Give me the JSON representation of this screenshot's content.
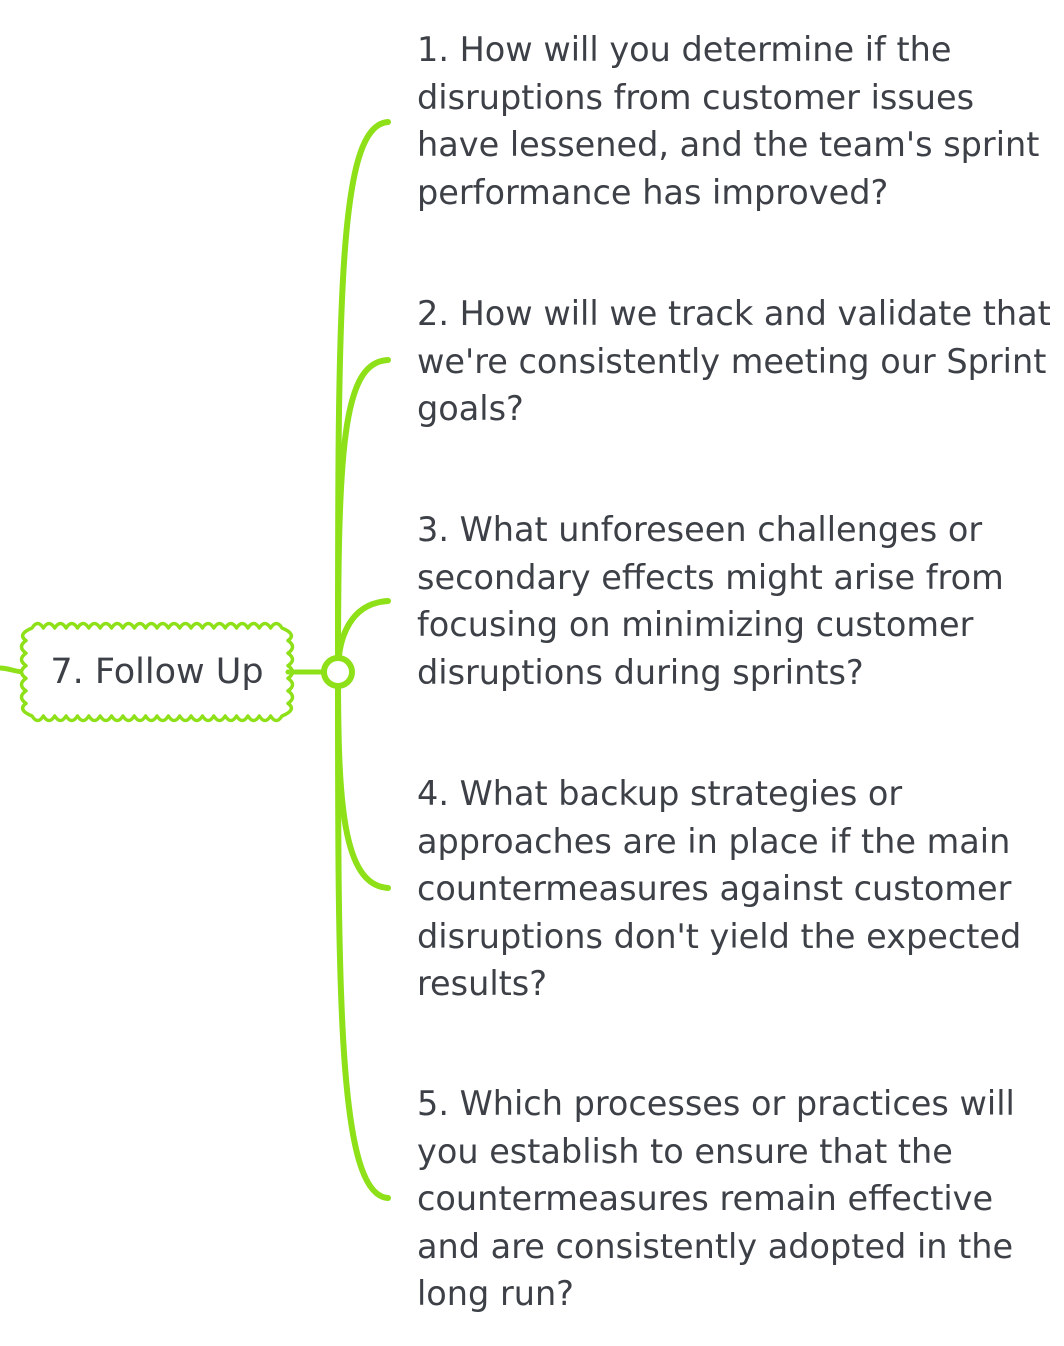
{
  "mindmap": {
    "central": {
      "label": "7. Follow Up"
    },
    "topics": [
      {
        "text": "1. How will you determine if the disruptions from customer issues have lessened, and the team's sprint performance has improved?"
      },
      {
        "text": "2. How will we track and validate that we're consistently meeting our Sprint goals?"
      },
      {
        "text": "3. What unforeseen challenges or secondary effects might arise from focusing on minimizing customer disruptions during sprints?"
      },
      {
        "text": "4. What backup strategies or approaches are in place if the main countermeasures against customer disruptions don't yield the expected results?"
      },
      {
        "text": "5. Which processes or practices will you establish to ensure that the countermeasures remain effective and are consistently adopted in the long run?"
      }
    ]
  },
  "colors": {
    "branch": "#8ee018",
    "text": "#3d4147",
    "node_fill": "#ffffff"
  }
}
